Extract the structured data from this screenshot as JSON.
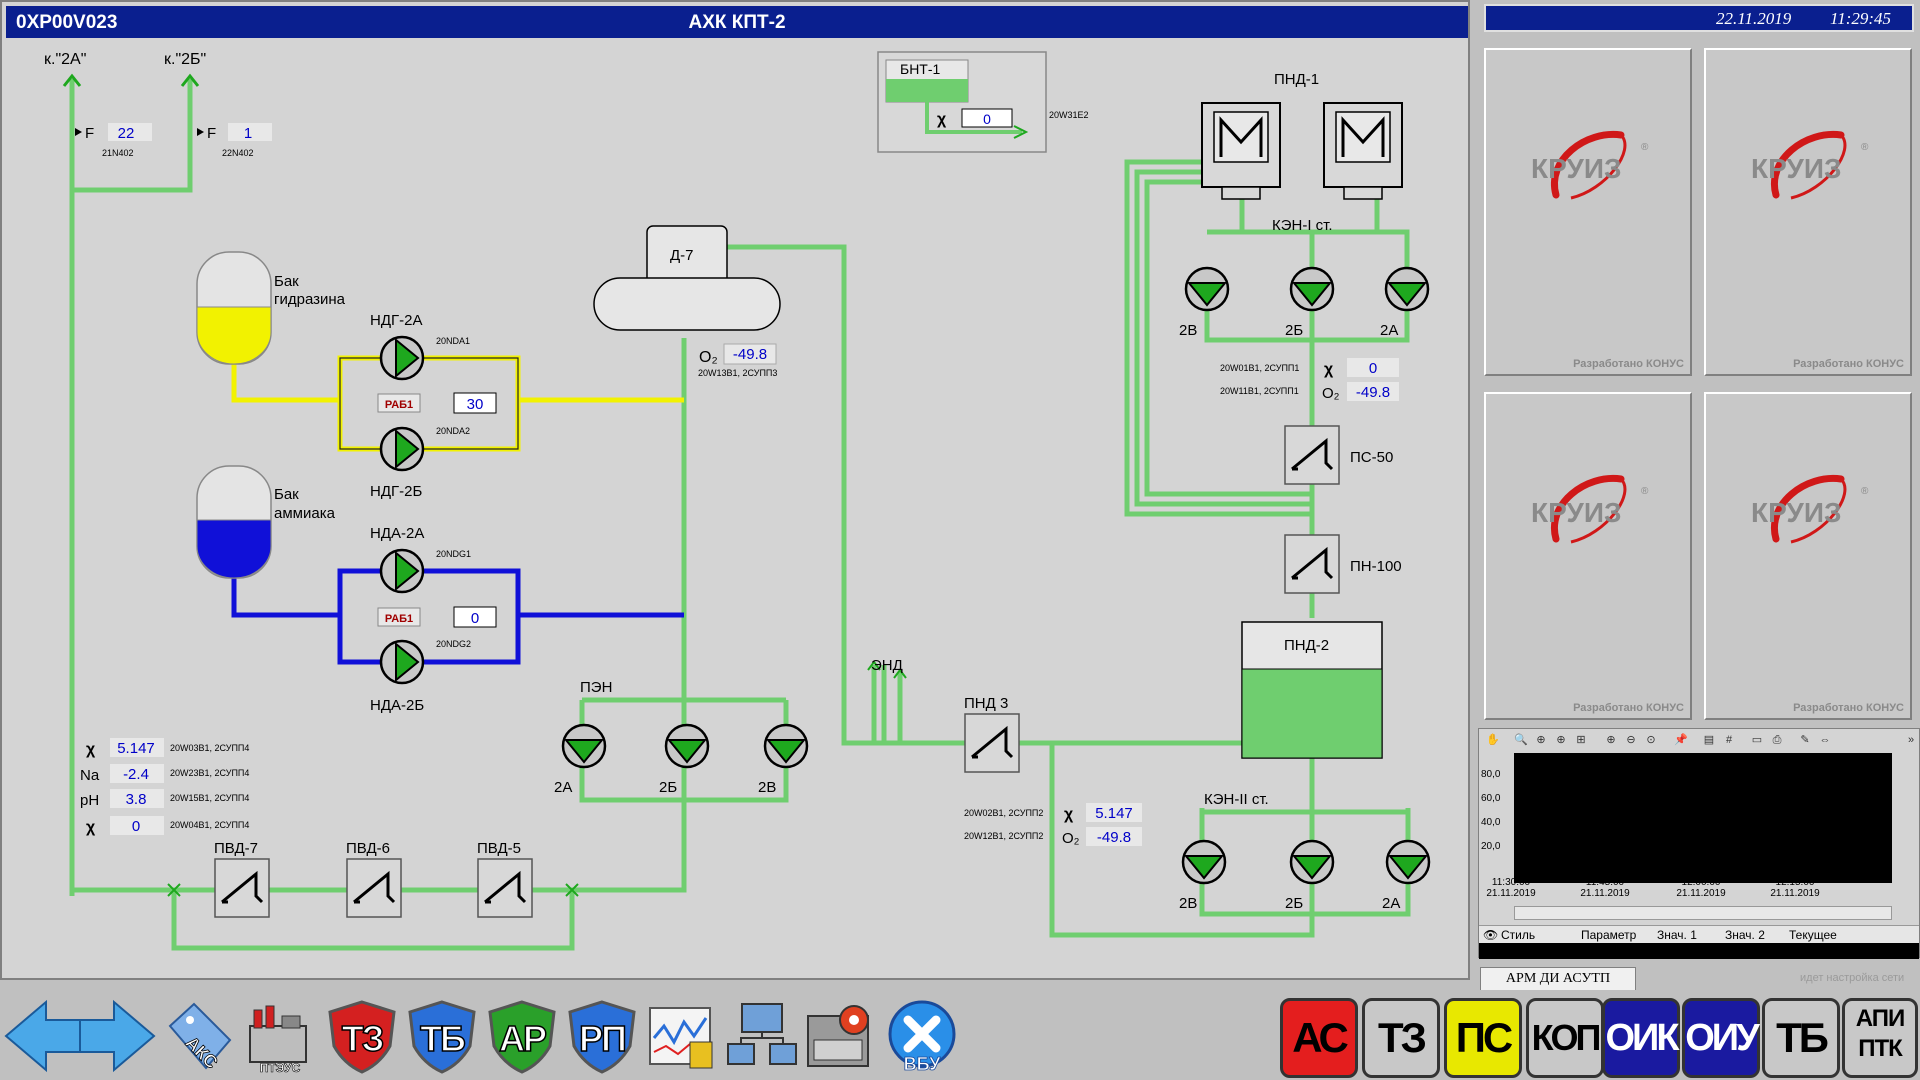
{
  "scheme": {
    "code": "0XP00V023",
    "title": "АХК КПТ-2",
    "outputs": [
      {
        "label": "к.\"2А\"",
        "param": "F",
        "value": "22",
        "tag": "21N402"
      },
      {
        "label": "к.\"2Б\"",
        "param": "F",
        "value": "1",
        "tag": "22N402"
      }
    ],
    "bnt": {
      "label": "БНТ-1",
      "param": "χ",
      "value": "0",
      "tag": "20W31E2"
    },
    "deaerator": {
      "label": "Д-7",
      "o2_label": "O₂",
      "o2_value": "-49.8",
      "o2_tag": "20W13B1, 2СУПП3"
    },
    "hydrazine": {
      "tank_label_1": "Бак",
      "tank_label_2": "гидразина",
      "pump_a": "НДГ-2А",
      "pump_a_tag": "20NDA1",
      "pump_b": "НДГ-2Б",
      "pump_b_tag": "20NDA2",
      "mode": "РАБ1",
      "value": "30"
    },
    "ammonia": {
      "tank_label_1": "Бак",
      "tank_label_2": "аммиака",
      "pump_a": "НДА-2А",
      "pump_a_tag": "20NDG1",
      "pump_b": "НДА-2Б",
      "pump_b_tag": "20NDG2",
      "mode": "РАБ1",
      "value": "0"
    },
    "pen": {
      "label": "ПЭН",
      "pumps": [
        "2А",
        "2Б",
        "2В"
      ]
    },
    "chem": [
      {
        "param": "χ",
        "value": "5.147",
        "tag": "20W03B1, 2СУПП4"
      },
      {
        "param": "Na",
        "value": "-2.4",
        "tag": "20W23B1, 2СУПП4"
      },
      {
        "param": "pH",
        "value": "3.8",
        "tag": "20W15B1, 2СУПП4"
      },
      {
        "param": "χ",
        "value": "0",
        "tag": "20W04B1, 2СУПП4"
      }
    ],
    "pvd": [
      "ПВД-7",
      "ПВД-6",
      "ПВД-5"
    ],
    "pnd1": {
      "label": "ПНД-1"
    },
    "ken1": {
      "label": "КЭН-I ст.",
      "pumps": [
        "2В",
        "2Б",
        "2А"
      ]
    },
    "ken1_meas": [
      {
        "param": "χ",
        "value": "0",
        "tag": "20W01B1, 2СУПП1"
      },
      {
        "param": "O₂",
        "value": "-49.8",
        "tag": "20W11B1, 2СУПП1"
      }
    ],
    "ps50": "ПС-50",
    "pn100": "ПН-100",
    "pnd2": "ПНД-2",
    "end": "ЭНД",
    "pnd3": "ПНД 3",
    "ken2": {
      "label": "КЭН-II ст.",
      "pumps": [
        "2В",
        "2Б",
        "2А"
      ]
    },
    "ken2_meas": [
      {
        "param": "χ",
        "value": "5.147",
        "tag": "20W02B1, 2СУПП2"
      },
      {
        "param": "O₂",
        "value": "-49.8",
        "tag": "20W12B1, 2СУПП2"
      }
    ]
  },
  "header": {
    "date": "22.11.2019",
    "time": "11:29:45"
  },
  "logos": {
    "brand": "КРУИЗ",
    "credit": "Разработано КОНУС"
  },
  "trend": {
    "yticks": [
      "80,0",
      "60,0",
      "40,0",
      "20,0"
    ],
    "xticks": [
      {
        "time": "11:30:00",
        "date": "21.11.2019"
      },
      {
        "time": "11:45:00",
        "date": "21.11.2019"
      },
      {
        "time": "12:00:00",
        "date": "21.11.2019"
      },
      {
        "time": "12:15:00",
        "date": "21.11.2019"
      }
    ],
    "legend": [
      "Стиль",
      "Параметр",
      "Знач. 1",
      "Знач. 2",
      "Текущее"
    ]
  },
  "arm_button": "АРМ ДИ АСУТП",
  "net_status": "идет настройка сети",
  "toolbar": {
    "shields": [
      {
        "label": "АКС",
        "color": "#5a8fd8"
      },
      {
        "label": "ПТЭУС",
        "color": "#888888"
      },
      {
        "label": "ТЗ",
        "color": "#d42020"
      },
      {
        "label": "ТБ",
        "color": "#2a6fd8"
      },
      {
        "label": "АР",
        "color": "#2aa02a"
      },
      {
        "label": "РП",
        "color": "#2a6fd8"
      }
    ],
    "exit_label": "ВБУ",
    "status": [
      {
        "label": "АС",
        "bg": "#e41e1e",
        "fg": "#000000"
      },
      {
        "label": "ТЗ",
        "bg": "#c8c8c8",
        "fg": "#000000"
      },
      {
        "label": "ПС",
        "bg": "#e8e800",
        "fg": "#000000"
      },
      {
        "label": "КОП",
        "bg": "#c8c8c8",
        "fg": "#000000"
      },
      {
        "label": "ОИК",
        "bg": "#1a1aa0",
        "fg": "#ffffff"
      },
      {
        "label": "ОИУ",
        "bg": "#1a1aa0",
        "fg": "#ffffff"
      },
      {
        "label": "ТБ",
        "bg": "#c8c8c8",
        "fg": "#000000"
      },
      {
        "label": "АПИ",
        "label2": "ПТК",
        "bg": "#c8c8c8",
        "fg": "#000000"
      }
    ]
  },
  "colors": {
    "pipe_green": "#6fce6f",
    "pipe_yellow": "#f2f200",
    "pipe_blue": "#1010d8",
    "title_blue": "#0a1f8f",
    "pump_green": "#1ea81e",
    "value_blue": "#0000c8"
  }
}
